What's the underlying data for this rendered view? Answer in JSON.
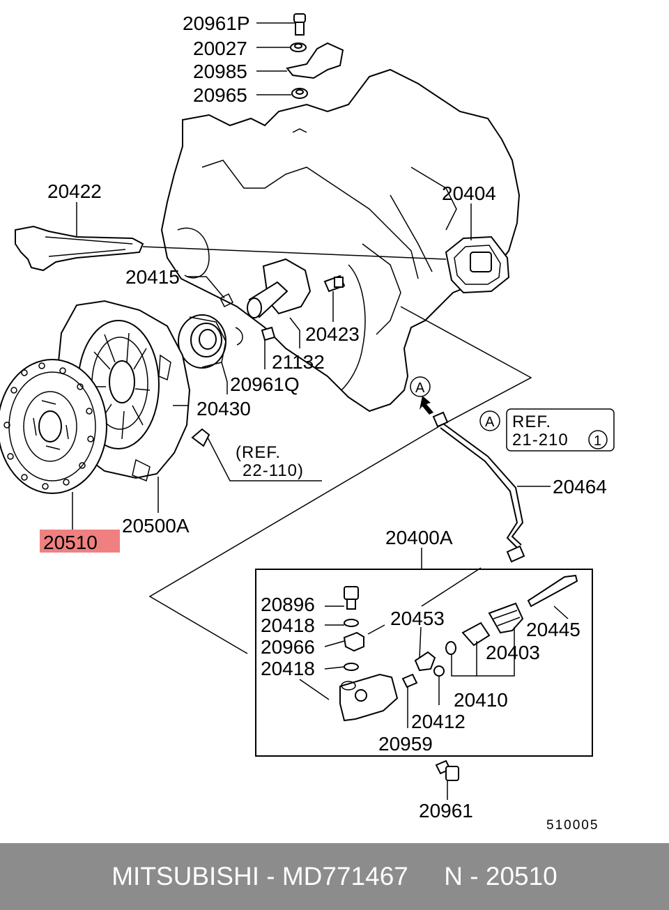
{
  "callouts": {
    "p20961P": "20961P",
    "p20027": "20027",
    "p20985": "20985",
    "p20965": "20965",
    "p20422": "20422",
    "p20404": "20404",
    "p20415": "20415",
    "p20423": "20423",
    "p21132": "21132",
    "p20961Q": "20961Q",
    "p20430": "20430",
    "p20500A": "20500A",
    "p20510": "20510",
    "p20464": "20464",
    "p20400A": "20400A",
    "p20896": "20896",
    "p20418a": "20418",
    "p20966": "20966",
    "p20418b": "20418",
    "p20453": "20453",
    "p20445": "20445",
    "p20403": "20403",
    "p20410": "20410",
    "p20412": "20412",
    "p20959": "20959",
    "p20961": "20961"
  },
  "refs": {
    "ref_22_line1": "(REF.",
    "ref_22_line2": "22-110)",
    "ref_21_line1": "REF.",
    "ref_21_line2": "21-210",
    "ref_21_circle": "1",
    "marker_a": "A",
    "marker_a_box": "A"
  },
  "diagram_code": "510005",
  "highlight": {
    "part": "20510",
    "color": "#f08080"
  },
  "footer": {
    "text": "MITSUBISHI - MD771467     N - 20510"
  }
}
